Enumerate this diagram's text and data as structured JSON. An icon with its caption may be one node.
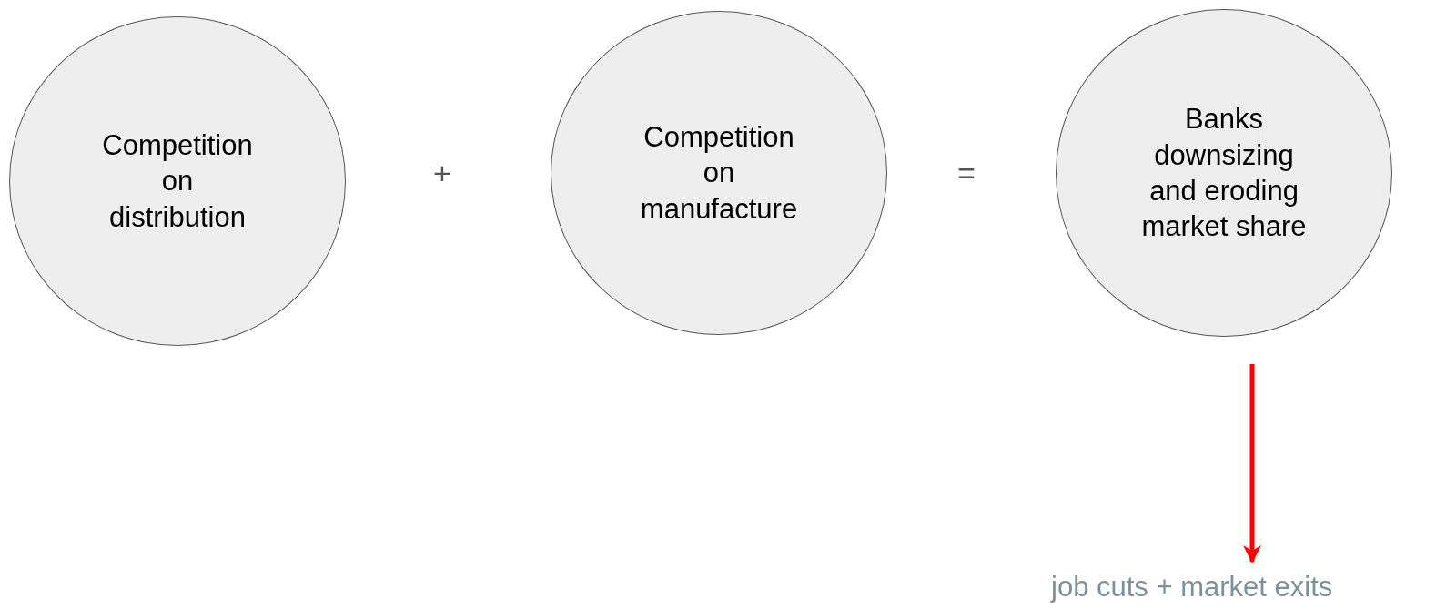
{
  "diagram": {
    "nodes": [
      {
        "text": [
          "Competition on distribution"
        ]
      },
      {
        "text": [
          "Competition on manufacture"
        ]
      },
      {
        "text": [
          "Banks downsizing and eroding market share"
        ]
      },
      {
        "text": [
          "job cuts + market exits"
        ]
      }
    ],
    "edges": [
      {
        "from": 2,
        "to": 3,
        "arrow": "to",
        "color": "#ff0000"
      }
    ],
    "labels": [
      "+",
      "="
    ]
  }
}
